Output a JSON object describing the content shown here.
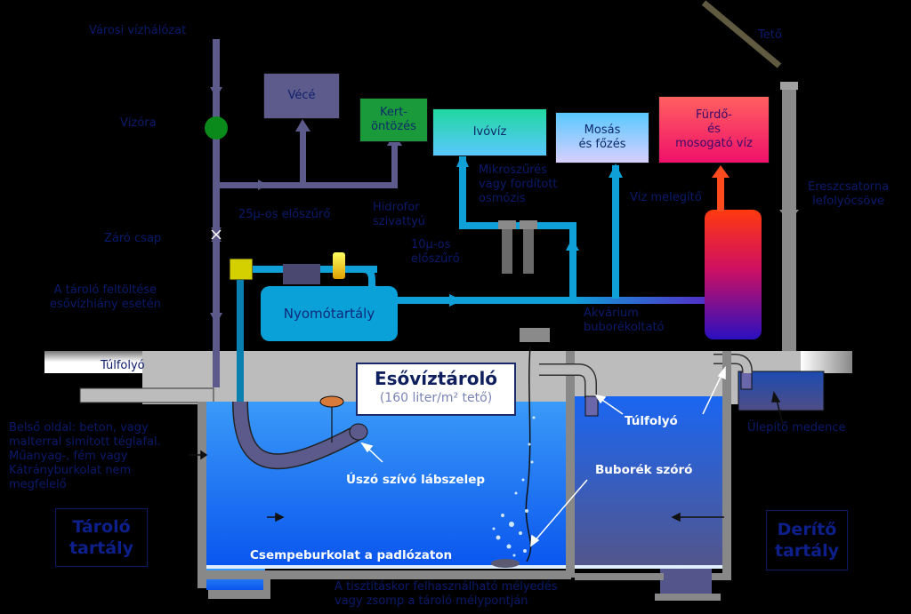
{
  "labels": {
    "city_water": "Városi vízhálózat",
    "water_meter": "Vízóra",
    "shutoff_valve": "Záró csap",
    "refill_note_line1": "A tároló feltöltése",
    "refill_note_line2": "esővízhiány esetén",
    "overflow_left": "Túlfolyó",
    "prefilter_25": "25µ-os előszűrő",
    "hydrofor_line1": "Hidrofor",
    "hydrofor_line2": "szivattyú",
    "prefilter_10_line1": "10µ-os",
    "prefilter_10_line2": "előszűrő",
    "microfilter_line1": "Mikroszűrés",
    "microfilter_line2": "vagy fordított",
    "microfilter_line3": "osmózis",
    "water_heater": "Víz melegítő",
    "roof": "Tető",
    "downpipe_line1": "Ereszcsatorna",
    "downpipe_line2": "lefolyócsöve",
    "aquarium_line1": "Akvárium",
    "aquarium_line2": "buborékoltató",
    "settling_basin": "Ülepítő medence",
    "inner_wall_line1": "Belső oldal: beton, vagy",
    "inner_wall_line2": "malterral simított téglafal.",
    "inner_wall_line3": "Műanyag-, fém vagy",
    "inner_wall_line4": "Kátrányburkolat nem",
    "inner_wall_line5": "megfelelő",
    "floating_valve": "Úszó szívó lábszelep",
    "tile_floor": "Csempeburkolat a padlózaton",
    "overflow_right": "Túlfolyó",
    "bubble_diffuser": "Buborék szóró",
    "sump_line1": "A tisztításkor felhasználható mélyedés",
    "sump_line2": "vagy zsomp a tároló mélypontján"
  },
  "consumers": {
    "toilet": "Vécé",
    "garden_line1": "Kert-",
    "garden_line2": "öntözés",
    "drinking": "Ivóvíz",
    "washing_line1": "Mosás",
    "washing_line2": "és főzés",
    "bath_line1": "Fürdő-",
    "bath_line2": "és",
    "bath_line3": "mosogató víz"
  },
  "pressure_tank": "Nyomótartály",
  "title": {
    "main": "Esővíztároló",
    "sub": "(160 liter/m² tető)"
  },
  "tanks": {
    "storage_line1": "Tároló",
    "storage_line2": "tartály",
    "clarifier_line1": "Derítő",
    "clarifier_line2": "tartály"
  },
  "colors": {
    "background": "#000000",
    "city_pipe": "#5c5a8a",
    "clean_pipe": "#0fa0d8",
    "water_meter": "#0a8a1a",
    "label_text": "#0a1a6a",
    "storage_water": "#1a6cf0",
    "concrete": "#b8b8b8"
  }
}
